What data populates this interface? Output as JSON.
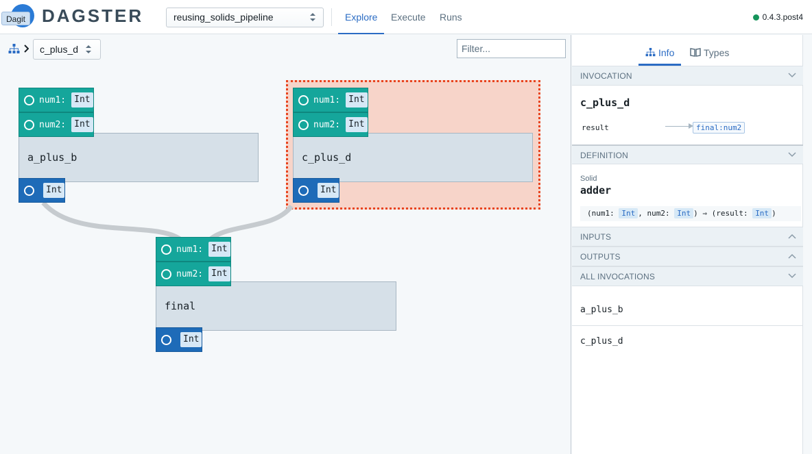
{
  "app": {
    "logo_text": "DAGSTER",
    "logo_badge": "Dagit",
    "version": "0.4.3.post4",
    "status_color": "#15945b"
  },
  "nav": {
    "pipeline": "reusing_solids_pipeline",
    "tabs": [
      {
        "label": "Explore",
        "active": true
      },
      {
        "label": "Execute"
      },
      {
        "label": "Runs"
      }
    ]
  },
  "graph": {
    "solid_select": "c_plus_d",
    "filter_placeholder": "Filter...",
    "solids": [
      {
        "name": "a_plus_b",
        "inputs": [
          {
            "name": "num1:",
            "type": "Int"
          },
          {
            "name": "num2:",
            "type": "Int"
          }
        ],
        "output": {
          "type": "Int"
        }
      },
      {
        "name": "c_plus_d",
        "selected": true,
        "inputs": [
          {
            "name": "num1:",
            "type": "Int"
          },
          {
            "name": "num2:",
            "type": "Int"
          }
        ],
        "output": {
          "type": "Int"
        }
      },
      {
        "name": "final",
        "inputs": [
          {
            "name": "num1:",
            "type": "Int"
          },
          {
            "name": "num2:",
            "type": "Int"
          }
        ],
        "output": {
          "type": "Int"
        }
      }
    ]
  },
  "panel": {
    "tabs": [
      {
        "label": "Info",
        "active": true
      },
      {
        "label": "Types"
      }
    ],
    "invocation": {
      "header": "INVOCATION",
      "name": "c_plus_d",
      "result_label": "result",
      "result_target": "final:num2"
    },
    "definition": {
      "header": "DEFINITION",
      "kind": "Solid",
      "name": "adder",
      "sig": {
        "open": "(num1: ",
        "t1": "Int",
        "mid1": ", num2: ",
        "t2": "Int",
        "mid2": ") ⇒ (result: ",
        "t3": "Int",
        "close": ")"
      }
    },
    "inputs_header": "INPUTS",
    "outputs_header": "OUTPUTS",
    "all_invocations": {
      "header": "ALL INVOCATIONS",
      "items": [
        "a_plus_b",
        "c_plus_d"
      ]
    }
  }
}
